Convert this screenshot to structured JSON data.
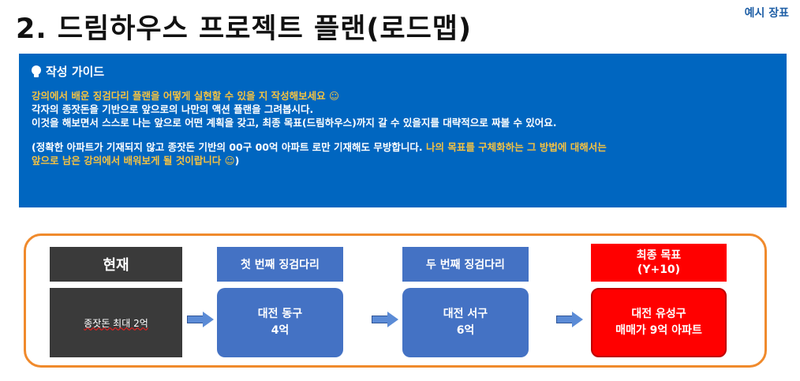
{
  "title": "2. 드림하우스 프로젝트 플랜(로드맵)",
  "tag": "예시 장표",
  "guide": {
    "heading": "작성 가이드",
    "lines": [
      "강의에서 배운 징검다리 플랜을 어떻게 실현할 수 있을 지 작성해보세요 ☺",
      "각자의 종잣돈을 기반으로 앞으로의 나만의 액션 플랜을 그려봅시다.",
      "이것을 해보면서 스스로 나는 앞으로 어떤 계획을 갖고, 최종 목표(드림하우스)까지 갈 수 있을지를 대략적으로 짜볼 수 있어요."
    ],
    "note_white": "(정확한 아파트가 기재되지 않고 종잣돈 기반의 00구 00억 아파트 로만 기재해도 무방합니다.",
    "note_yellow_1": " 나의 목표를 구체화하는 그 방법에 대해서는",
    "note_yellow_2": "앞으로 남은 강의에서 배워보게 될 것이랍니다 ☺",
    "note_close": ")"
  },
  "roadmap": {
    "current": {
      "label": "현재",
      "value": "종잣돈 최대 2억"
    },
    "step1": {
      "label": "첫 번째 징검다리",
      "line1": "대전 동구",
      "line2": "4억"
    },
    "step2": {
      "label": "두 번째 징검다리",
      "line1": "대전 서구",
      "line2": "6억"
    },
    "goal": {
      "label_1": "최종 목표",
      "label_2": "(Y+10)",
      "line1": "대전 유성구",
      "line2": "매매가 9억 아파트"
    }
  },
  "colors": {
    "guide_bg": "#0066c0",
    "highlight": "#f5c242",
    "step": "#4472c4",
    "goal": "#ff0000",
    "frame": "#f08a2c",
    "current": "#3a3a3a"
  }
}
